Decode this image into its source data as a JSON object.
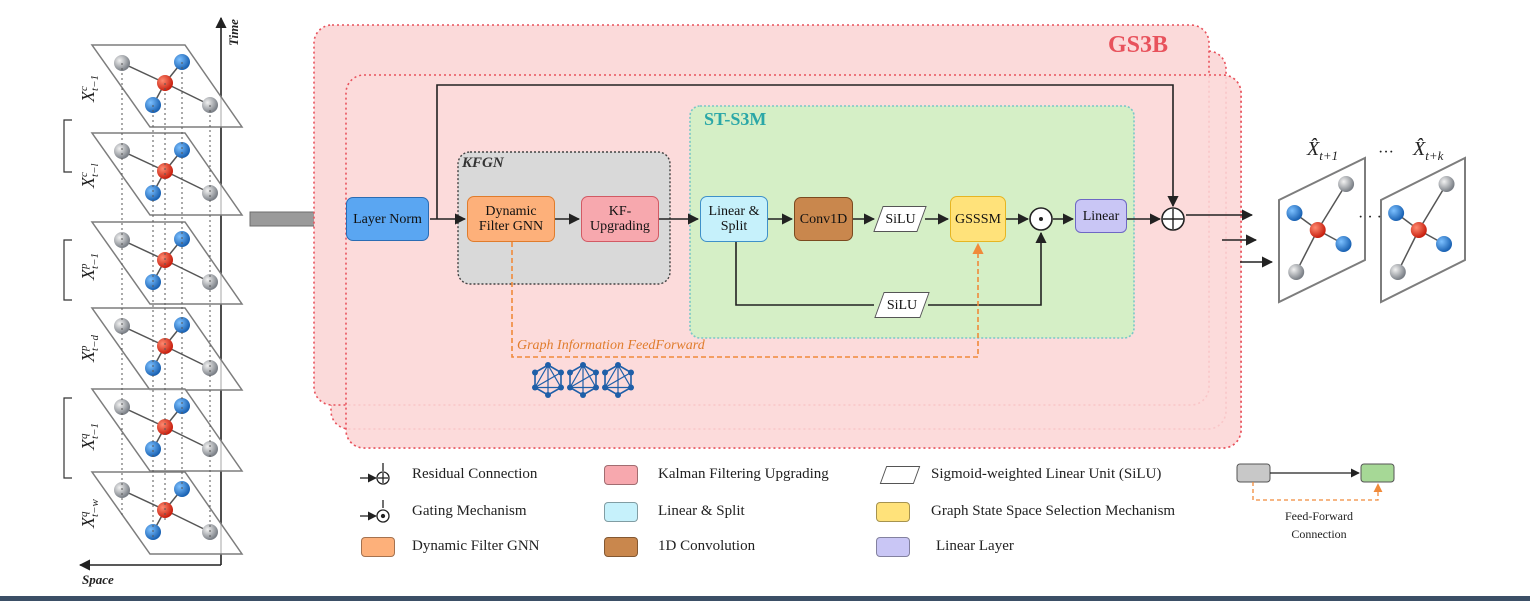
{
  "titles": {
    "gs3b": "GS3B",
    "st_s3m": "ST-S3M",
    "kfgn": "KFGN"
  },
  "axes": {
    "time": "Time",
    "space": "Space"
  },
  "input_layers": [
    {
      "label": "X",
      "sup": "c",
      "sub": "t−1"
    },
    {
      "label": "X",
      "sup": "c",
      "sub": "t−l"
    },
    {
      "label": "X",
      "sup": "p",
      "sub": "t−1"
    },
    {
      "label": "X",
      "sup": "p",
      "sub": "t−d"
    },
    {
      "label": "X",
      "sup": "q",
      "sub": "t−1"
    },
    {
      "label": "X",
      "sup": "q",
      "sub": "t−w"
    }
  ],
  "blocks": {
    "layer_norm": "Layer Norm",
    "dynamic_filter_gnn": "Dynamic Filter GNN",
    "kf_upgrading": "KF-Upgrading",
    "linear_split": "Linear & Split",
    "conv1d": "Conv1D",
    "silu_top": "SiLU",
    "gsssm": "GSSSM",
    "linear": "Linear",
    "silu_bottom": "SiLU"
  },
  "graph_feedforward_label": "Graph Information FeedForward",
  "outputs": {
    "first": "X̂",
    "first_sub": "t+1",
    "ellipsis": "···",
    "last": "X̂",
    "last_sub": "t+k"
  },
  "legend": [
    {
      "icon": "residual",
      "text": "Residual Connection"
    },
    {
      "icon": "gating",
      "text": "Gating Mechanism"
    },
    {
      "icon": "swatch",
      "color": "#fdb07a",
      "text": "Dynamic Filter GNN"
    },
    {
      "icon": "swatch",
      "color": "#f7a8ae",
      "text": "Kalman Filtering Upgrading"
    },
    {
      "icon": "swatch",
      "color": "#c6f1fb",
      "text": "Linear & Split"
    },
    {
      "icon": "swatch",
      "color": "#c9874d",
      "text": "1D Convolution"
    },
    {
      "icon": "parallelogram",
      "text": "Sigmoid-weighted Linear Unit (SiLU)"
    },
    {
      "icon": "swatch",
      "color": "#ffe27a",
      "text": "Graph State Space Selection Mechanism"
    },
    {
      "icon": "swatch",
      "color": "#c9c6f5",
      "text": "Linear Layer"
    }
  ],
  "feedforward_legend": "Feed-Forward Connection",
  "colors": {
    "gs3b_fill": "#fbdada",
    "gs3b_border": "#e8525c",
    "st_s3m_fill": "#d5efc6",
    "st_s3m_border": "#79c7c7",
    "kfgn_fill": "#d9d9d9",
    "layer_norm": "#5aa6f2",
    "dynamic_filter": "#fdb07a",
    "kf_upgrading": "#f7a8ae",
    "linear_split": "#c6f1fb",
    "conv1d": "#c9874d",
    "gsssm": "#ffe27a",
    "linear": "#c9c6f5",
    "feedforward": "#f08a3a",
    "node_red": "#d9341f",
    "node_blue": "#2e7fd0",
    "node_gray": "#8a8f96"
  }
}
